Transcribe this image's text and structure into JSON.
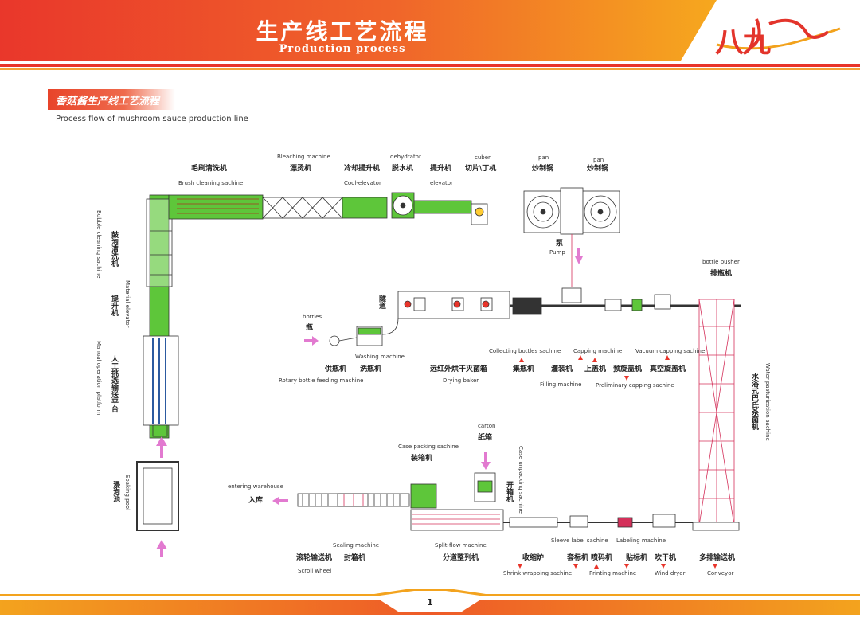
{
  "header": {
    "title": "生产线工艺流程",
    "subtitle": "Production process",
    "logo_text": "八九"
  },
  "section": {
    "title": "香菇酱生产线工艺流程",
    "subtitle": "Process flow of mushroom sauce production line"
  },
  "labels": {
    "brush_cn": "毛刷清洗机",
    "brush_en": "Brush cleaning sachine",
    "bleach_en": "Bleaching machine",
    "bleach_cn": "漂烫机",
    "cool_cn": "冷却提升机",
    "cool_en": "Cool-elevator",
    "dehyd_en": "dehydrator",
    "dehyd_cn": "脱水机",
    "elev_cn": "提升机",
    "elev_en": "elevator",
    "cuber_en": "cuber",
    "cuber_cn": "切片\\丁机",
    "pan1_en": "pan",
    "pan1_cn": "炒制锅",
    "pan2_en": "pan",
    "pan2_cn": "炒制锅",
    "pump_cn": "泵",
    "pump_en": "Pump",
    "pusher_en": "bottle pusher",
    "pusher_cn": "排瓶机",
    "bubble_en": "Bubble cleaning sachine",
    "bubble_cn": "鼓泡清洗机",
    "material_cn": "提升机",
    "material_en": "Material elevator",
    "manual_en": "Manual operation platform",
    "manual_cn": "人工挑选输送平台",
    "soak_cn": "浸泡池",
    "soak_en": "Soaking pool",
    "bottles_en": "bottles",
    "bottles_cn": "瓶",
    "washing_en": "Washing machine",
    "rotary_cn": "供瓶机",
    "wash_cn": "洗瓶机",
    "rotary_en": "Rotary bottle feeding machine",
    "tunnel_cn": "隧道",
    "drying_cn": "远红外烘干灭菌箱",
    "drying_en": "Drying baker",
    "collect_en": "Collecting bottles sachine",
    "collect_cn": "集瓶机",
    "fill_cn": "灌装机",
    "fill_en": "Filling machine",
    "cap_en": "Capping machine",
    "cap_cn": "上盖机",
    "precap_cn": "预旋盖机",
    "precap_en": "Preliminary capping sachine",
    "vac_en": "Vacuum capping sachine",
    "vac_cn": "真空旋盖机",
    "water_cn": "水浴式巴氏杀菌机",
    "water_en": "Water pasturization sachine",
    "carton_en": "carton",
    "carton_cn": "纸箱",
    "case_en": "Case packing sachine",
    "case_cn": "装箱机",
    "unpack_cn": "开箱机",
    "unpack_en": "Case unpacking sachine",
    "enter_en": "entering warehouse",
    "enter_cn": "入库",
    "seal_en": "Sealing machine",
    "roller_cn": "滚轮输送机",
    "seal_cn": "封箱机",
    "split_en": "Split-flow machine",
    "split_cn": "分道整列机",
    "scroll_en": "Scroll wheel",
    "shrink_cn": "收缩炉",
    "sleeve_en": "Sleeve label sachine",
    "sleeve_cn": "套标机",
    "print_cn": "喷码机",
    "labeling_en": "Labeling machine",
    "labeling_cn": "贴标机",
    "dryer_cn": "吹干机",
    "conv_cn": "多排输送机",
    "shrink_en": "Shrink wrapping sachine",
    "print_en": "Printing machine",
    "dryer_en": "Wind dryer",
    "conv_en": "Conveyor"
  },
  "footer": {
    "page": "1"
  },
  "colors": {
    "banner_red": "#e8342a",
    "banner_orange": "#f39a1e",
    "machine_green": "#5ec63a",
    "arrow_pink": "#e27ad0",
    "structure_red": "#d4305a"
  }
}
